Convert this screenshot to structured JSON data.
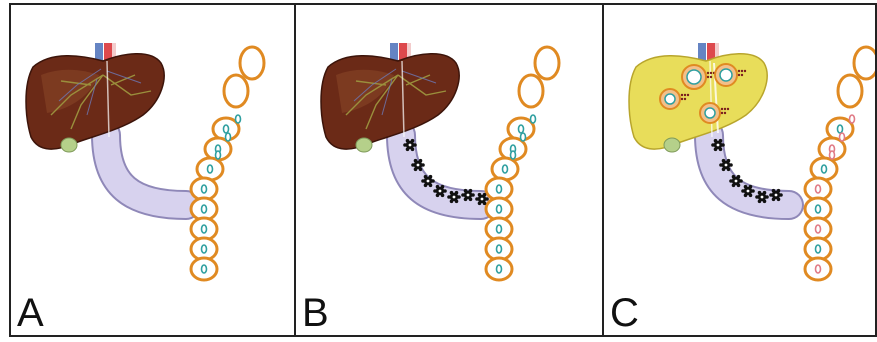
{
  "panels": [
    {
      "label": "A",
      "liver_state": "normal",
      "ileum_dots": "teal",
      "portal_bacteria": 0,
      "liver_lesions": false
    },
    {
      "label": "B",
      "liver_state": "normal",
      "ileum_dots": "teal",
      "portal_bacteria": 7,
      "liver_lesions": false
    },
    {
      "label": "C",
      "liver_state": "yellow-inflamed",
      "ileum_dots": "mixed",
      "portal_bacteria": 6,
      "liver_lesions": true
    }
  ],
  "colors": {
    "liver": "#6b2a17",
    "liver_highlight": "#8e4a2a",
    "liver_yellow": "#e8dd5a",
    "liver_yellow_edge": "#b8a52c",
    "portal_vein": "#d7d2ee",
    "portal_vein_edge": "#8f88b8",
    "intestine_wall": "#e08a22",
    "teal_dot": "#2f9fa0",
    "pink_dot": "#e07a86",
    "bacteria": "#111111",
    "gallbladder": "#b5d08a",
    "vessel_red": "#d9353a",
    "vessel_blue": "#4a6fb8"
  }
}
